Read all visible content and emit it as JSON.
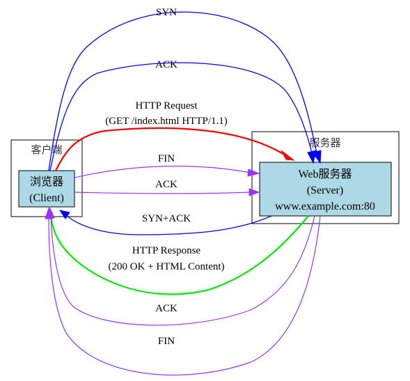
{
  "colors": {
    "node_fill": "#add8e6",
    "blue": "#0000ff",
    "red": "#ff0000",
    "purple": "#9b30ff",
    "green": "#00ee00"
  },
  "clusters": {
    "client": {
      "label": "客户端"
    },
    "server": {
      "label": "服务器"
    }
  },
  "nodes": {
    "browser": {
      "line1": "浏览器",
      "line2": "(Client)"
    },
    "web_server": {
      "line1": "Web服务器",
      "line2": "(Server)",
      "line3": "www.example.com:80"
    }
  },
  "edges": {
    "syn": {
      "label": "SYN",
      "from": "browser",
      "to": "web_server",
      "color": "blue"
    },
    "ack_handshake": {
      "label": "ACK",
      "from": "browser",
      "to": "web_server",
      "color": "blue"
    },
    "http_request": {
      "line1": "HTTP Request",
      "line2": "(GET /index.html HTTP/1.1)",
      "from": "browser",
      "to": "web_server",
      "color": "red"
    },
    "fin_client": {
      "label": "FIN",
      "from": "browser",
      "to": "web_server",
      "color": "purple"
    },
    "ack_client": {
      "label": "ACK",
      "from": "browser",
      "to": "web_server",
      "color": "purple"
    },
    "syn_ack": {
      "label": "SYN+ACK",
      "from": "web_server",
      "to": "browser",
      "color": "blue"
    },
    "http_response": {
      "line1": "HTTP Response",
      "line2": "(200 OK + HTML Content)",
      "from": "web_server",
      "to": "browser",
      "color": "green"
    },
    "ack_server": {
      "label": "ACK",
      "from": "web_server",
      "to": "browser",
      "color": "purple"
    },
    "fin_server": {
      "label": "FIN",
      "from": "web_server",
      "to": "browser",
      "color": "purple"
    }
  }
}
